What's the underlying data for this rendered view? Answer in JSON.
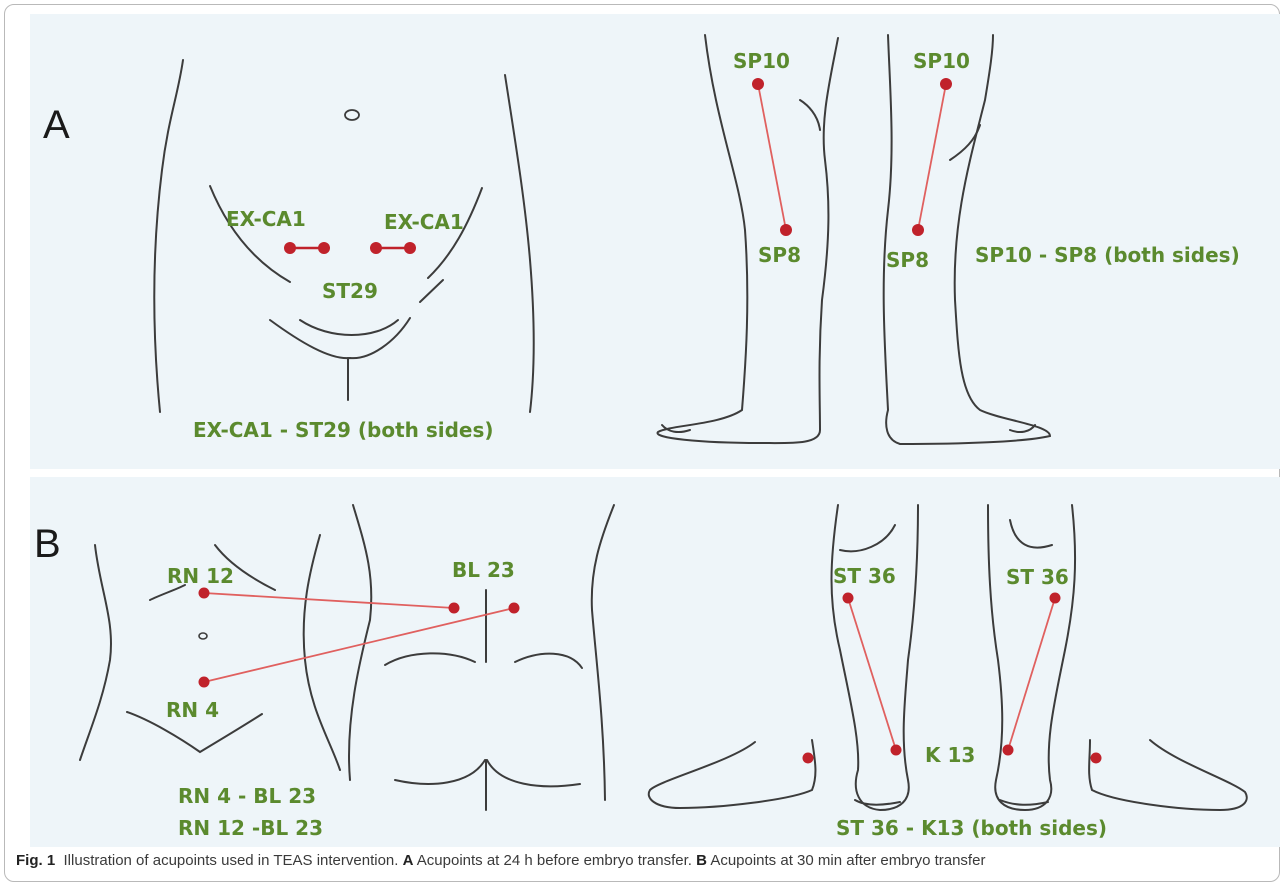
{
  "colors": {
    "label": "#5b8a2e",
    "point": "#c0222b",
    "line": "#e0605f",
    "outline": "#3c3c3c",
    "panel_bg": "#eef5f9"
  },
  "panel_a": {
    "letter": "A",
    "abdomen": {
      "left_point": "EX-CA1",
      "right_point": "EX-CA1",
      "center_point": "ST29",
      "caption": "EX-CA1 - ST29 (both sides)"
    },
    "legs": {
      "left_top": "SP10",
      "right_top": "SP10",
      "left_bottom": "SP8",
      "right_bottom": "SP8",
      "caption": "SP10 - SP8 (both sides)"
    }
  },
  "panel_b": {
    "letter": "B",
    "torso": {
      "upper_point": "RN 12",
      "lower_point": "RN 4",
      "back_point": "BL 23",
      "caption_line1": "RN 4 - BL 23",
      "caption_line2": "RN 12 -BL 23"
    },
    "legs": {
      "left_top": "ST 36",
      "right_top": "ST 36",
      "ankle_point": "K 13",
      "caption": "ST 36 - K13 (both sides)"
    }
  },
  "figure_caption": {
    "label": "Fig. 1",
    "text": "Illustration of acupoints used in TEAS intervention.",
    "a_letter": "A",
    "a_text": "Acupoints at 24 h before embryo transfer.",
    "b_letter": "B",
    "b_text": "Acupoints at 30 min after embryo transfer"
  }
}
